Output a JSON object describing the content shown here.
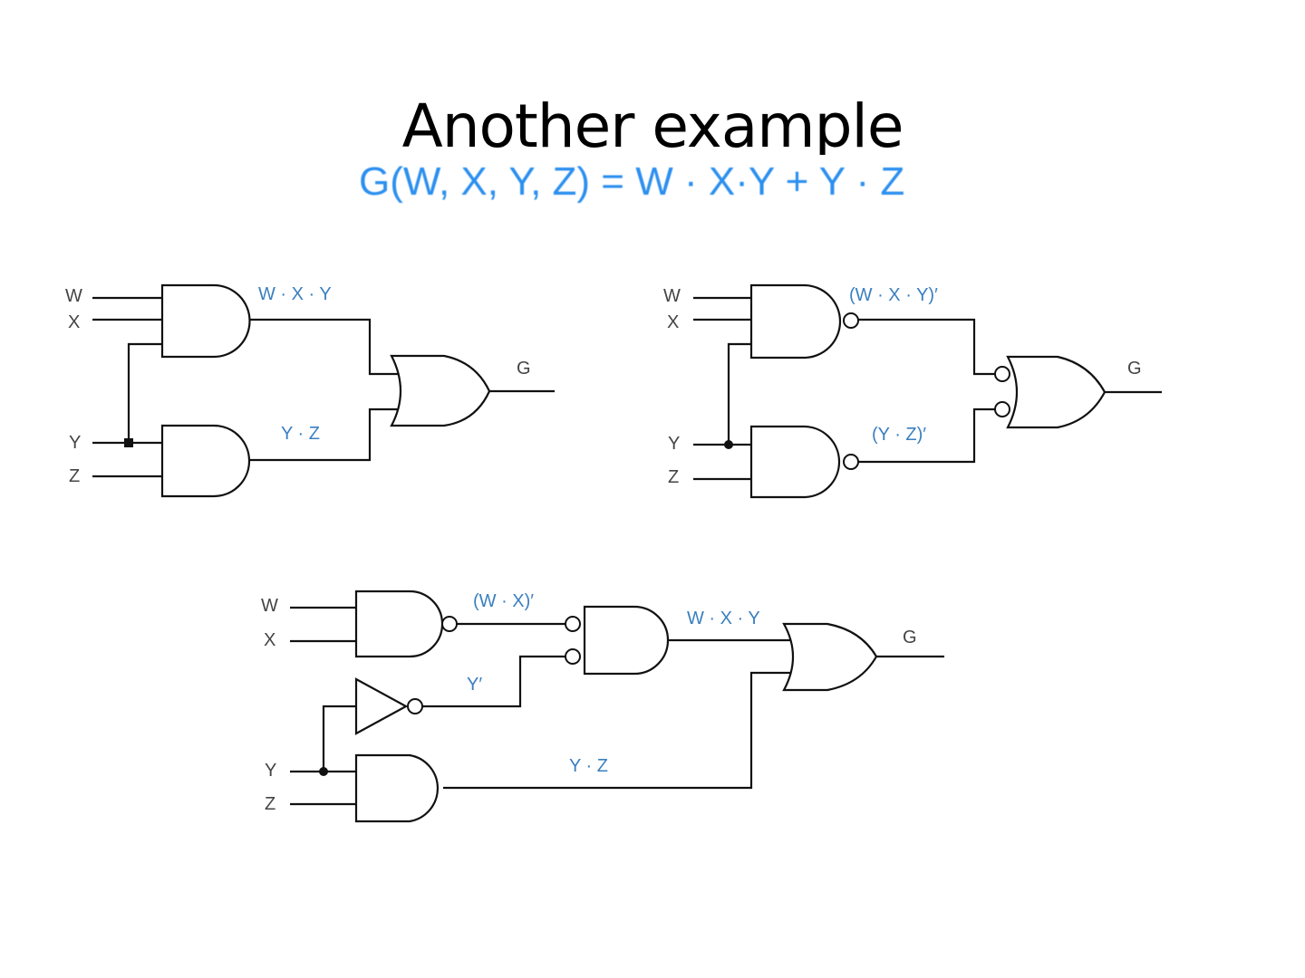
{
  "slide": {
    "title": "Another example",
    "equation": "G(W, X, Y, Z) = W · X·Y + Y · Z"
  },
  "colors": {
    "equation": "#2b8fef",
    "signal_label": "#3a7fc0",
    "wire": "#111111"
  },
  "circuits": [
    {
      "name": "and-or",
      "inputs": [
        "W",
        "X",
        "Y",
        "Z"
      ],
      "signals": [
        "W · X · Y",
        "Y · Z"
      ],
      "output": "G"
    },
    {
      "name": "nand-nand",
      "inputs": [
        "W",
        "X",
        "Y",
        "Z"
      ],
      "signals": [
        "(W · X · Y)′",
        "(Y · Z)′"
      ],
      "output": "G"
    },
    {
      "name": "mixed",
      "inputs": [
        "W",
        "X",
        "Y",
        "Z"
      ],
      "signals": [
        "(W · X)′",
        "Y′",
        "W · X · Y",
        "Y · Z"
      ],
      "output": "G"
    }
  ]
}
